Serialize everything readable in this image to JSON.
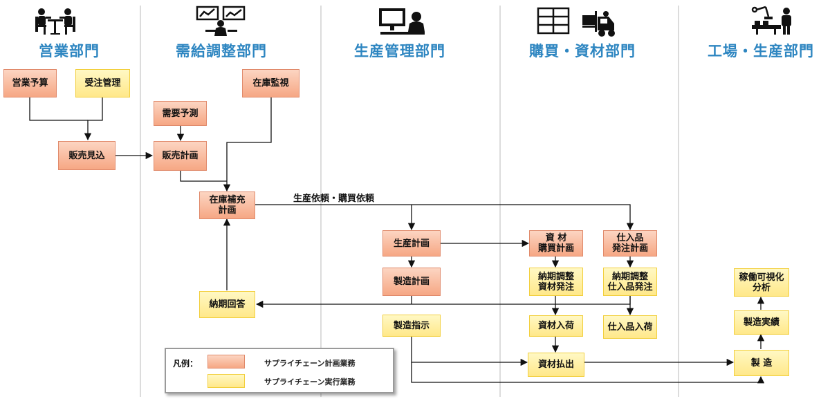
{
  "colors": {
    "dept_title": "#2e86c1",
    "plan_fill": "#f6a784",
    "plan_border": "#e0896a",
    "exec_fill": "#ffe88a",
    "exec_border": "#f2cf3d",
    "arrow": "#111111",
    "divider": "#dcdcdc"
  },
  "departments": [
    {
      "name": "営業部門",
      "icon": "meeting-people-icon"
    },
    {
      "name": "需給調整部門",
      "icon": "monitoring-screens-icon"
    },
    {
      "name": "生産管理部門",
      "icon": "operator-desk-icon"
    },
    {
      "name": "購買・資材部門",
      "icon": "warehouse-forklift-icon"
    },
    {
      "name": "工場・生産部門",
      "icon": "factory-robot-icon"
    }
  ],
  "nodes": {
    "sales_budget": "営業予算",
    "order_mgmt": "受注管理",
    "sales_forecast": "販売見込",
    "demand_forecast": "需要予測",
    "sales_plan": "販売計画",
    "inventory_monitor": "在庫監視",
    "replenish_plan": "在庫補充\n計画",
    "delivery_reply": "納期回答",
    "production_plan": "生産計画",
    "manufacturing_plan": "製造計画",
    "manufacturing_order": "製造指示",
    "material_purchase_plan": "資 材\n購買計画",
    "material_order": "納期調整\n資材発注",
    "material_receipt": "資材入荷",
    "material_issue": "資材払出",
    "purchased_order_plan": "仕入品\n発注計画",
    "purchased_order": "納期調整\n仕入品発注",
    "purchased_receipt": "仕入品入荷",
    "visualization": "稼働可視化\n分析",
    "production_result": "製造実績",
    "manufacturing": "製 造"
  },
  "flow_label": "生産依頼・購買依頼",
  "legend": {
    "title": "凡例：",
    "plan_label": "サプライチェーン計画業務",
    "exec_label": "サプライチェーン実行業務"
  }
}
